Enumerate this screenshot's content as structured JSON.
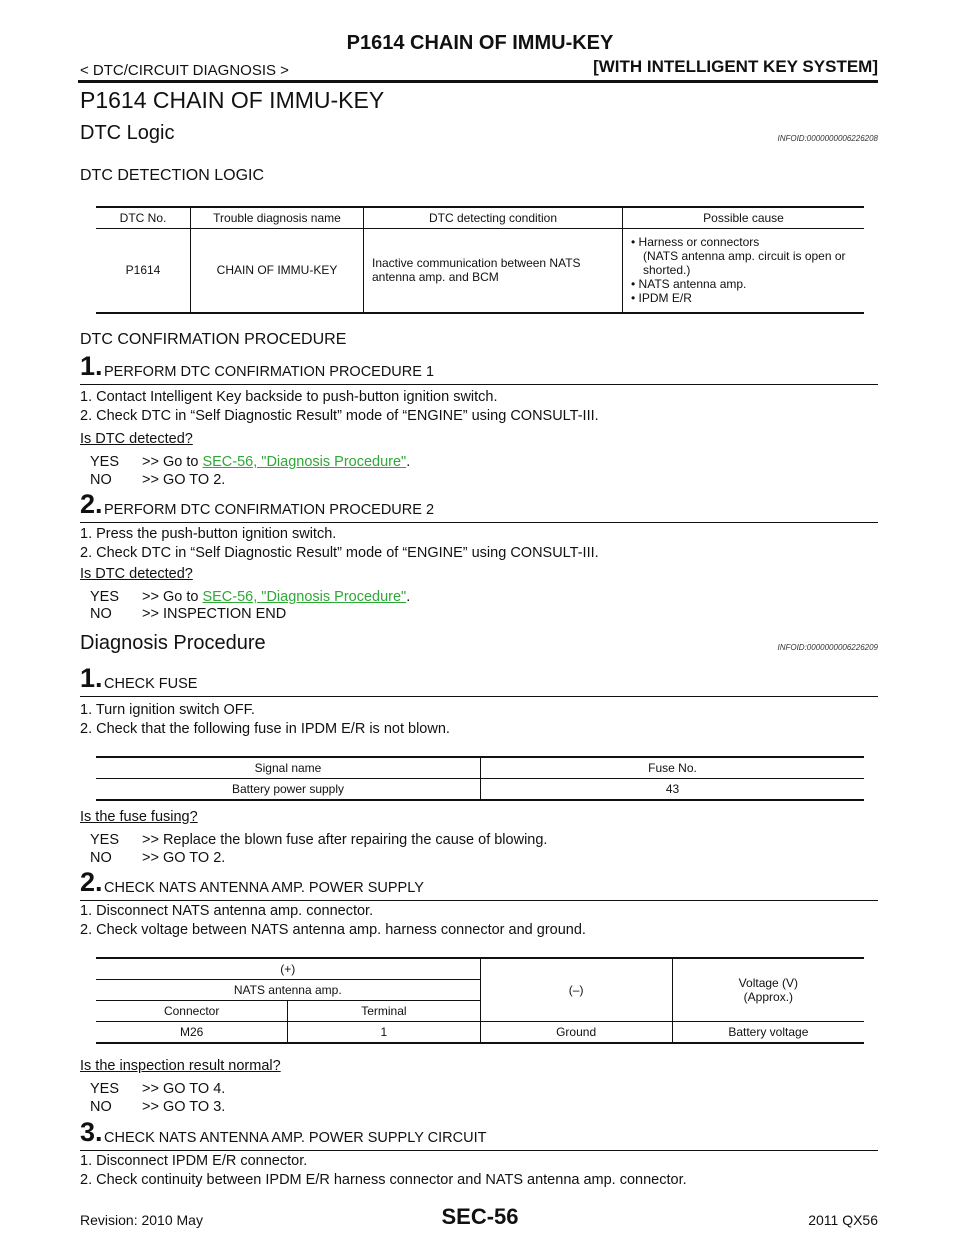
{
  "header": {
    "title": "P1614 CHAIN OF IMMU-KEY",
    "left": "< DTC/CIRCUIT DIAGNOSIS >",
    "right": "[WITH INTELLIGENT KEY SYSTEM]"
  },
  "page_title": "P1614 CHAIN OF IMMU-KEY",
  "dtc_logic": {
    "heading": "DTC Logic",
    "infoid": "INFOID:0000000006226208",
    "detection_heading": "DTC DETECTION LOGIC",
    "table": {
      "headers": [
        "DTC No.",
        "Trouble diagnosis name",
        "DTC detecting condition",
        "Possible cause"
      ],
      "row": {
        "dtc_no": "P1614",
        "name": "CHAIN OF IMMU-KEY",
        "condition": "Inactive communication between NATS antenna amp. and BCM",
        "causes": [
          "• Harness or connectors",
          "(NATS antenna amp. circuit is open or shorted.)",
          "• NATS antenna amp.",
          "• IPDM E/R"
        ]
      }
    },
    "confirmation_heading": "DTC CONFIRMATION PROCEDURE",
    "steps": [
      {
        "num": "1.",
        "title": "PERFORM DTC CONFIRMATION PROCEDURE 1",
        "lines": [
          "1. Contact Intelligent Key backside to push-button ignition switch.",
          "2. Check DTC in “Self Diagnostic Result” mode of “ENGINE” using CONSULT-III."
        ],
        "question": "Is DTC detected?",
        "yes_label": "YES",
        "yes_prefix": ">> Go to ",
        "yes_link": "SEC-56, \"Diagnosis Procedure\"",
        "yes_suffix": ".",
        "no_label": "NO",
        "no_text": ">> GO TO 2."
      },
      {
        "num": "2.",
        "title": "PERFORM DTC CONFIRMATION PROCEDURE 2",
        "lines": [
          "1. Press the push-button ignition switch.",
          "2. Check DTC in “Self Diagnostic Result” mode of “ENGINE” using CONSULT-III."
        ],
        "question": "Is DTC detected?",
        "yes_label": "YES",
        "yes_prefix": ">> Go to ",
        "yes_link": "SEC-56, \"Diagnosis Procedure\"",
        "yes_suffix": ".",
        "no_label": "NO",
        "no_text": ">> INSPECTION END"
      }
    ]
  },
  "diagnosis": {
    "heading": "Diagnosis Procedure",
    "infoid": "INFOID:0000000006226209",
    "step1": {
      "num": "1.",
      "title": "CHECK FUSE",
      "lines": [
        "1. Turn ignition switch OFF.",
        "2. Check that the following fuse in IPDM E/R is not blown."
      ],
      "table": {
        "headers": [
          "Signal name",
          "Fuse No."
        ],
        "row": [
          "Battery power supply",
          "43"
        ]
      },
      "question": "Is the fuse fusing?",
      "yes_label": "YES",
      "yes_text": ">> Replace the blown fuse after repairing the cause of blowing.",
      "no_label": "NO",
      "no_text": ">> GO TO 2."
    },
    "step2": {
      "num": "2.",
      "title": "CHECK NATS ANTENNA AMP. POWER SUPPLY",
      "lines": [
        "1. Disconnect NATS antenna amp. connector.",
        "2. Check voltage between NATS antenna amp. harness connector and ground."
      ],
      "table": {
        "plus": "(+)",
        "minus": "(–)",
        "voltage": "Voltage (V)",
        "approx": "(Approx.)",
        "amp": "NATS antenna amp.",
        "connector": "Connector",
        "terminal": "Terminal",
        "row": [
          "M26",
          "1",
          "Ground",
          "Battery voltage"
        ]
      },
      "question": "Is the inspection result normal?",
      "yes_label": "YES",
      "yes_text": ">> GO TO 4.",
      "no_label": "NO",
      "no_text": ">> GO TO 3."
    },
    "step3": {
      "num": "3.",
      "title": "CHECK NATS ANTENNA AMP. POWER SUPPLY CIRCUIT",
      "lines": [
        "1. Disconnect IPDM E/R connector.",
        "2. Check continuity between IPDM E/R harness connector and NATS antenna amp. connector."
      ]
    }
  },
  "footer": {
    "revision": "Revision: 2010 May",
    "page": "SEC-56",
    "model": "2011 QX56"
  }
}
